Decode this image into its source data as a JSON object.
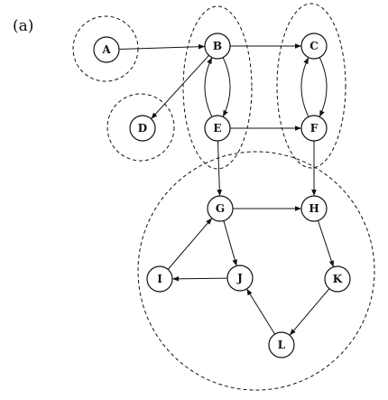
{
  "panel_label": "(a)",
  "colors": {
    "stroke": "#111111",
    "background": "#ffffff"
  },
  "nodes": [
    {
      "id": "A",
      "label": "A"
    },
    {
      "id": "B",
      "label": "B"
    },
    {
      "id": "C",
      "label": "C"
    },
    {
      "id": "D",
      "label": "D"
    },
    {
      "id": "E",
      "label": "E"
    },
    {
      "id": "F",
      "label": "F"
    },
    {
      "id": "G",
      "label": "G"
    },
    {
      "id": "H",
      "label": "H"
    },
    {
      "id": "I",
      "label": "I"
    },
    {
      "id": "J",
      "label": "J"
    },
    {
      "id": "K",
      "label": "K"
    },
    {
      "id": "L",
      "label": "L"
    }
  ],
  "edges": [
    {
      "from": "A",
      "to": "B"
    },
    {
      "from": "B",
      "to": "C"
    },
    {
      "from": "B",
      "to": "D"
    },
    {
      "from": "B",
      "to": "E"
    },
    {
      "from": "E",
      "to": "B"
    },
    {
      "from": "E",
      "to": "F"
    },
    {
      "from": "E",
      "to": "G"
    },
    {
      "from": "C",
      "to": "F"
    },
    {
      "from": "F",
      "to": "C"
    },
    {
      "from": "F",
      "to": "H"
    },
    {
      "from": "G",
      "to": "H"
    },
    {
      "from": "G",
      "to": "J"
    },
    {
      "from": "I",
      "to": "G"
    },
    {
      "from": "J",
      "to": "I"
    },
    {
      "from": "H",
      "to": "K"
    },
    {
      "from": "K",
      "to": "L"
    },
    {
      "from": "L",
      "to": "J"
    }
  ],
  "components": [
    {
      "id": "scc-a",
      "members": [
        "A"
      ]
    },
    {
      "id": "scc-d",
      "members": [
        "D"
      ]
    },
    {
      "id": "scc-be",
      "members": [
        "B",
        "E"
      ]
    },
    {
      "id": "scc-cf",
      "members": [
        "C",
        "F"
      ]
    },
    {
      "id": "scc-large",
      "members": [
        "G",
        "H",
        "I",
        "J",
        "K",
        "L"
      ]
    }
  ]
}
